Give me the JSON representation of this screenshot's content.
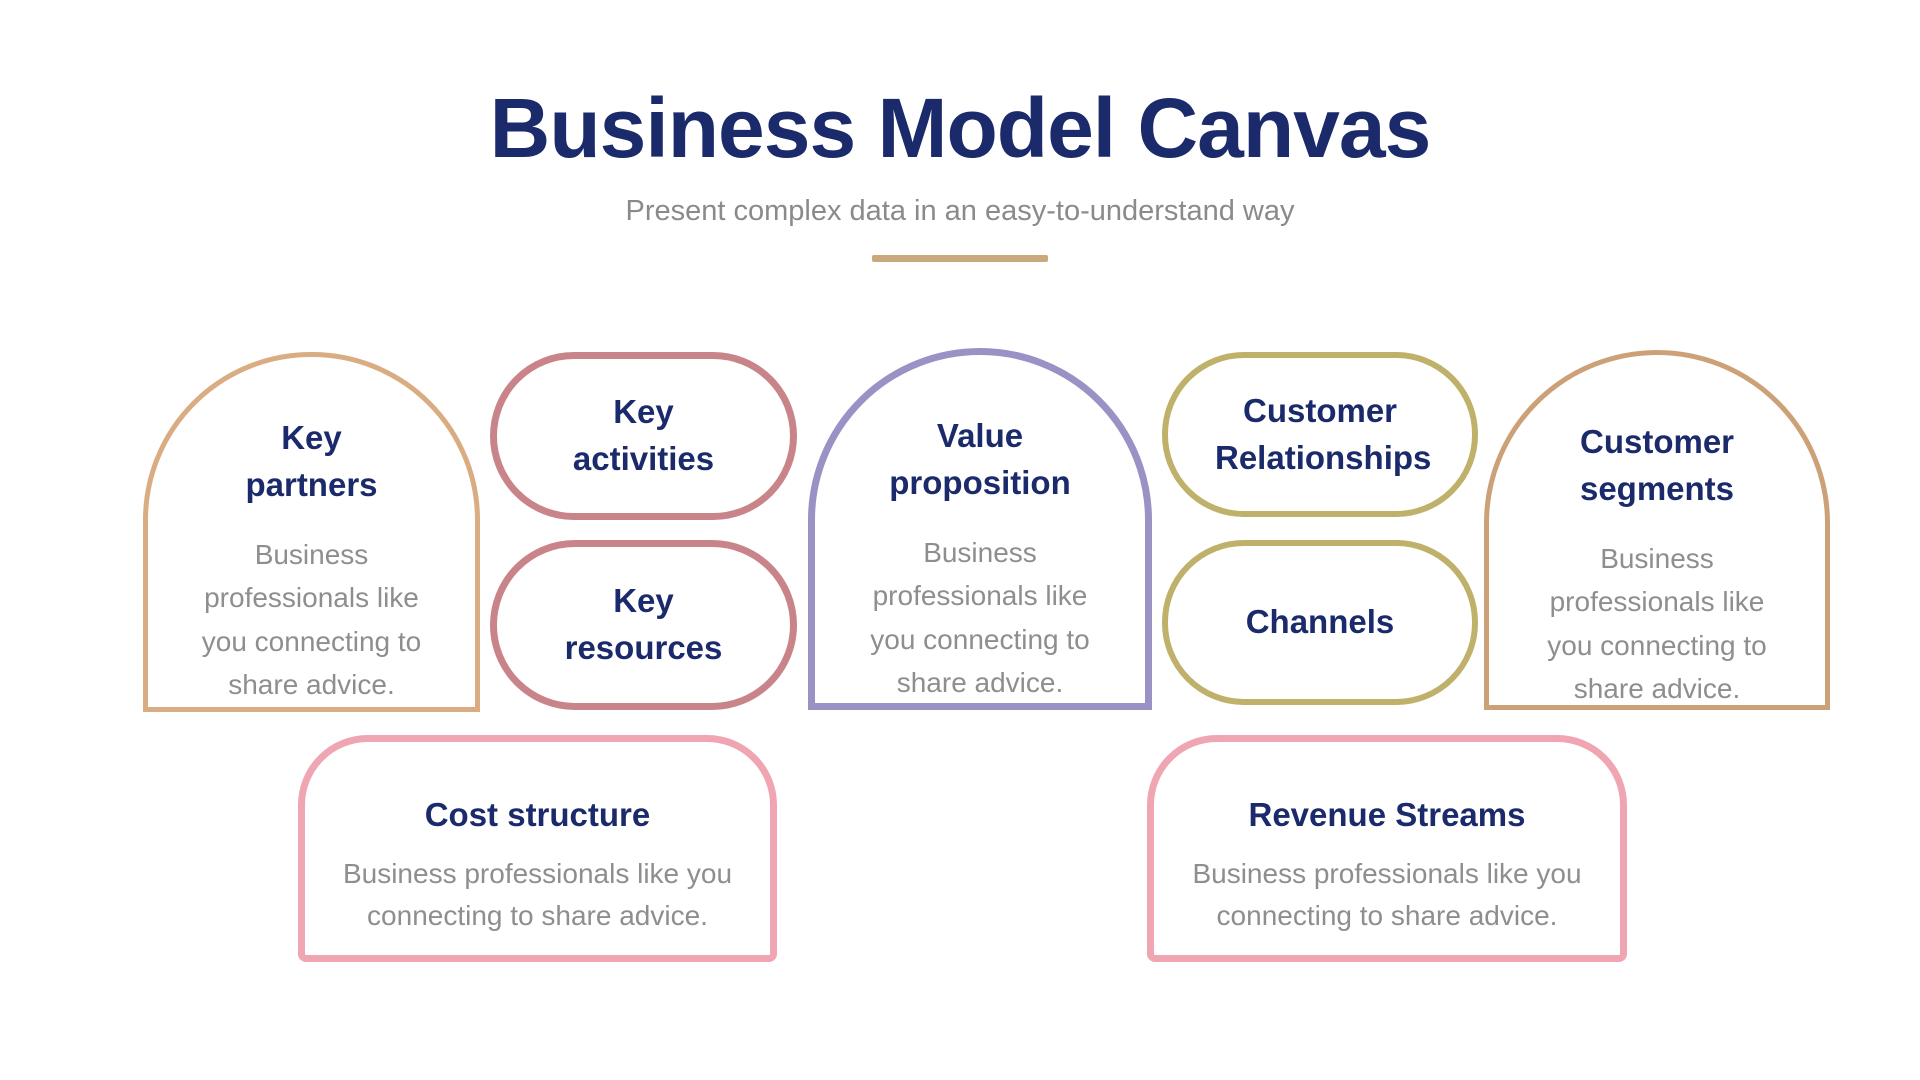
{
  "page": {
    "title": "Business Model Canvas",
    "subtitle": "Present complex data in an easy-to-understand way",
    "title_color": "#1B2A6B",
    "subtitle_color": "#8A8A8A",
    "divider_color": "#C9A87C",
    "background": "#FFFFFF",
    "body_text_color": "#8E8E8E"
  },
  "canvas": {
    "key_partners": {
      "shape": "arch",
      "label": "Key partners",
      "desc": "Business professionals like you connecting to share advice.",
      "border_color": "#D9AC82"
    },
    "key_activities": {
      "shape": "pill",
      "label": "Key activities",
      "border_color": "#C9848A"
    },
    "key_resources": {
      "shape": "pill",
      "label": "Key resources",
      "border_color": "#C9848A"
    },
    "value_proposition": {
      "shape": "arch",
      "label": "Value proposition",
      "desc": "Business professionals like you connecting to share advice.",
      "border_color": "#9A92C4"
    },
    "customer_relationships": {
      "shape": "pill",
      "label": "Customer Relationships",
      "border_color": "#BFB06A"
    },
    "channels": {
      "shape": "pill",
      "label": "Channels",
      "border_color": "#BFB06A"
    },
    "customer_segments": {
      "shape": "arch",
      "label": "Customer segments",
      "desc": "Business professionals like you connecting to share advice.",
      "border_color": "#CDA178"
    },
    "cost_structure": {
      "shape": "round-top",
      "label": "Cost structure",
      "desc": "Business professionals like you connecting to share advice.",
      "border_color": "#F0A6B2"
    },
    "revenue_streams": {
      "shape": "round-top",
      "label": "Revenue Streams",
      "desc": "Business professionals like you connecting to share advice.",
      "border_color": "#F0A6B2"
    }
  }
}
